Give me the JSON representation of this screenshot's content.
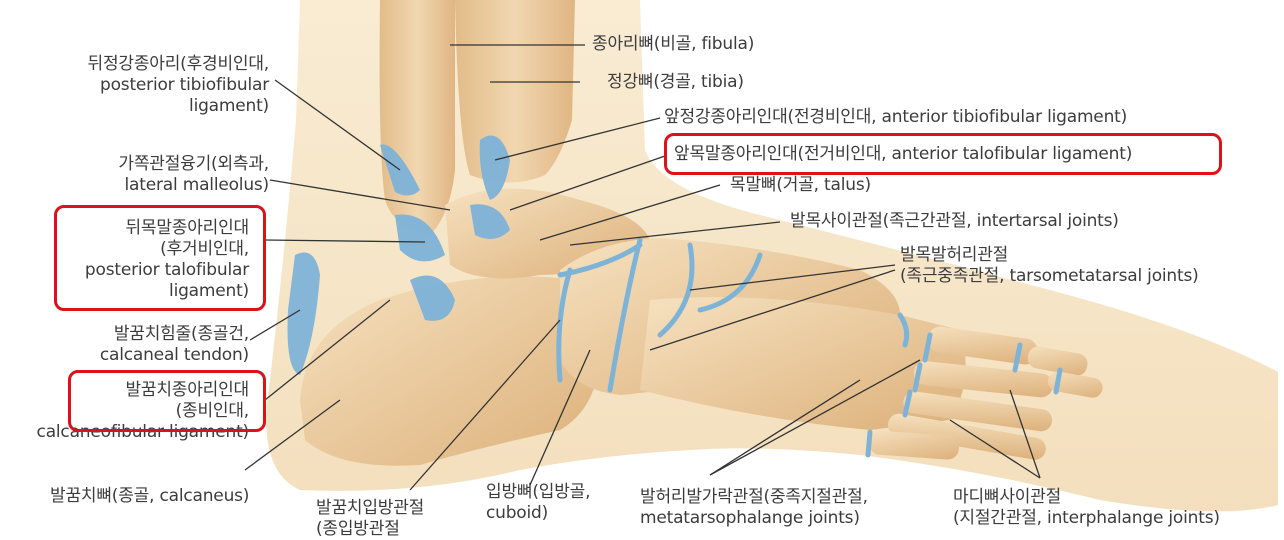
{
  "labels": {
    "fibula": "종아리뼈(비골, fibula)",
    "tibia": "정강뼈(경골, tibia)",
    "ant_tibiofibular": "앞정강종아리인대(전경비인대, anterior tibiofibular ligament)",
    "ant_talofibular": "앞목말종아리인대(전거비인대, anterior talofibular ligament)",
    "talus": "목말뼈(거골, talus)",
    "intertarsal": "발목사이관절(족근간관절, intertarsal joints)",
    "tarsometatarsal_1": "발목발허리관절",
    "tarsometatarsal_2": "(족근중족관절, tarsometatarsal joints)",
    "post_tibiofibular_1": "뒤정강종아리(후경비인대,",
    "post_tibiofibular_2": "posterior tibiofibular",
    "post_tibiofibular_3": "ligament)",
    "malleolus_1": "가쪽관절융기(외측과,",
    "malleolus_2": "lateral malleolus)",
    "post_talofibular_1": "뒤목말종아리인대",
    "post_talofibular_2": "(후거비인대,",
    "post_talofibular_3": "posterior talofibular",
    "post_talofibular_4": "ligament)",
    "calcaneal_tendon_1": "발꿈치힘줄(종골건,",
    "calcaneal_tendon_2": "calcaneal tendon)",
    "calcaneofibular_1": "발꿈치종아리인대",
    "calcaneofibular_2": "(종비인대,",
    "calcaneofibular_3": "calcaneofibular ligament)",
    "calcaneus": "발꿈치뼈(종골, calcaneus)",
    "calcaneocuboid_1": "발꿈치입방관절",
    "calcaneocuboid_2": "(종입방관절",
    "cuboid_1": "입방뼈(입방골,",
    "cuboid_2": "cuboid)",
    "mtp_1": "발허리발가락관절(중족지절관절,",
    "mtp_2": "metatarsophalange joints)",
    "interphalange_1": "마디뼈사이관절",
    "interphalange_2": "(지절간관절, interphalange joints)"
  },
  "colors": {
    "highlight_box": "#e0101a",
    "bone": "#e9c698",
    "bone_light": "#f3dcb6",
    "skin": "#f7e8cc",
    "ligament": "#7eb3d8",
    "leader_line": "#333333"
  }
}
